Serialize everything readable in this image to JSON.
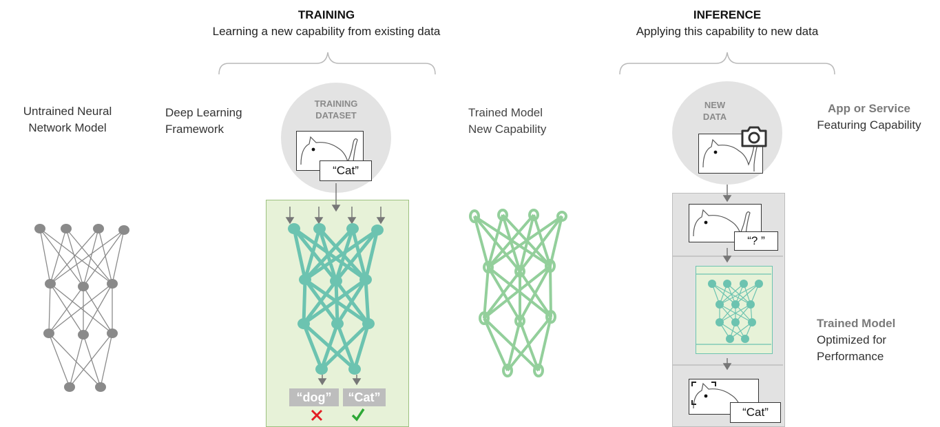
{
  "training": {
    "title": "TRAINING",
    "subtitle": "Learning a new capability from existing data",
    "dataset_label_line1": "TRAINING",
    "dataset_label_line2": "DATASET",
    "dataset_tag": "“Cat”",
    "output_wrong": "“dog”",
    "output_right": "“Cat”"
  },
  "inference": {
    "title": "INFERENCE",
    "subtitle": "Applying this capability to new data",
    "new_data_line1": "NEW",
    "new_data_line2": "DATA",
    "unknown_tag": "“? ”",
    "result_tag": "“Cat”"
  },
  "labels": {
    "untrained_line1": "Untrained Neural",
    "untrained_line2": "Network Model",
    "framework_line1": "Deep Learning",
    "framework_line2": "Framework",
    "trained_line1": "Trained Model",
    "trained_line2": "New Capability",
    "app_line1": "App or Service",
    "app_line2": "Featuring Capability",
    "optimized_line1": "Trained Model",
    "optimized_line2": "Optimized for",
    "optimized_line3": "Performance"
  },
  "colors": {
    "untrained": "#8a8a8a",
    "training_net": "#6cc3b0",
    "trained_net": "#93cf9b",
    "green_panel": "#e7f2d8",
    "wrong": "#e31e24",
    "right": "#2ea836"
  },
  "icons": [
    "camera-icon",
    "cross-icon",
    "check-icon",
    "cat-image-icon"
  ]
}
